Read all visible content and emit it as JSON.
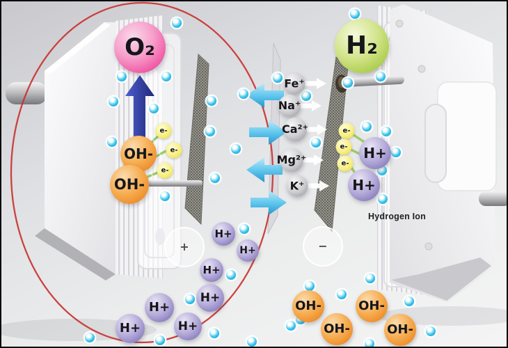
{
  "diagram": {
    "description": "Water ionizer electrolysis chamber diagram",
    "labels": {
      "oxygen_gas": "O₂",
      "hydrogen_gas": "H₂",
      "hydroxide": "OH-",
      "hydrogen_ion": "H+",
      "electron": "e-",
      "plus_sign": "+",
      "minus_sign": "−",
      "hydrogen_ion_caption": "Hydrogen Ion"
    },
    "mineral_ions": {
      "iron": "Fe⁺",
      "sodium": "Na⁺",
      "calcium": "Ca²⁺",
      "magnesium": "Mg²⁺",
      "potassium": "K⁺"
    },
    "colors": {
      "oxygen_bubble": "#ee3d97",
      "hydrogen_bubble": "#9dc433",
      "hydroxide_ion": "#ef8f28",
      "hydrogen_ion": "#8d80c3",
      "electron": "#f0e862",
      "mineral_ion": "#b0b0b4",
      "water_molecule_dot": "#35c3ea",
      "flow_arrow": "#45b8e8",
      "oxygen_arrow": "#2b3a9e",
      "highlight_ellipse": "#c8302e"
    }
  }
}
